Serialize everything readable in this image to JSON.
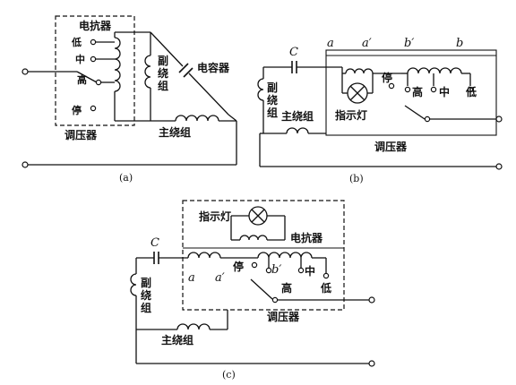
{
  "panels": {
    "a": {
      "caption": "(a)",
      "reactor": "电抗器",
      "taps": {
        "low": "低",
        "mid": "中",
        "high": "高",
        "stop": "停"
      },
      "aux_winding": "副绕组",
      "capacitor": "电容器",
      "main_winding": "主绕组",
      "regulator": "调压器"
    },
    "b": {
      "caption": "(b)",
      "capacitor_symbol": "C",
      "points": {
        "a": "a",
        "a_prime": "a′",
        "b_prime": "b′",
        "b": "b"
      },
      "aux_winding": "副绕组",
      "main_winding": "主绕组",
      "indicator": "指示灯",
      "taps": {
        "stop": "停",
        "high": "高",
        "mid": "中",
        "low": "低"
      },
      "regulator": "调压器"
    },
    "c": {
      "caption": "(c)",
      "indicator": "指示灯",
      "reactor": "电抗器",
      "capacitor_symbol": "C",
      "points": {
        "a": "a",
        "a_prime": "a′",
        "b_prime": "b′"
      },
      "taps": {
        "stop": "停",
        "mid": "中",
        "high": "高",
        "low": "低"
      },
      "aux_winding": "副绕组",
      "main_winding": "主绕组",
      "regulator": "调压器"
    }
  }
}
